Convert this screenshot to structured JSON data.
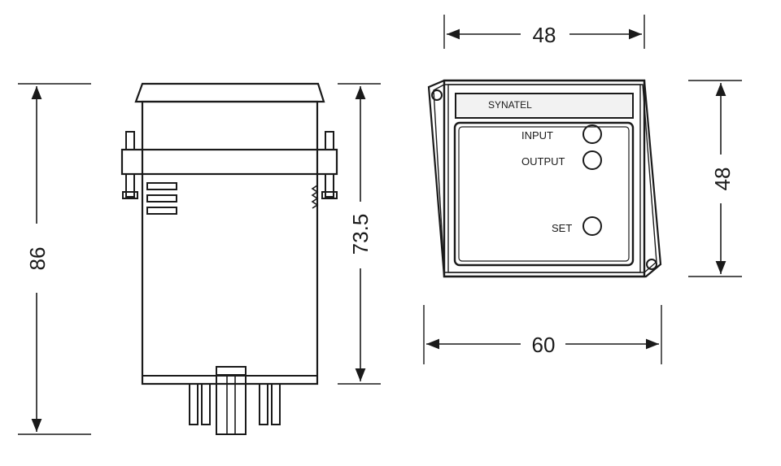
{
  "dimensions": {
    "total_height": "86",
    "body_height": "73.5",
    "front_width": "48",
    "front_height": "48",
    "mount_width": "60"
  },
  "front_panel": {
    "brand": "SYNATEL",
    "labels": {
      "input": "INPUT",
      "output": "OUTPUT",
      "set": "SET"
    }
  },
  "colors": {
    "line": "#1a1a1a",
    "panel_strip": "#f2f2f2",
    "background": "#ffffff"
  }
}
